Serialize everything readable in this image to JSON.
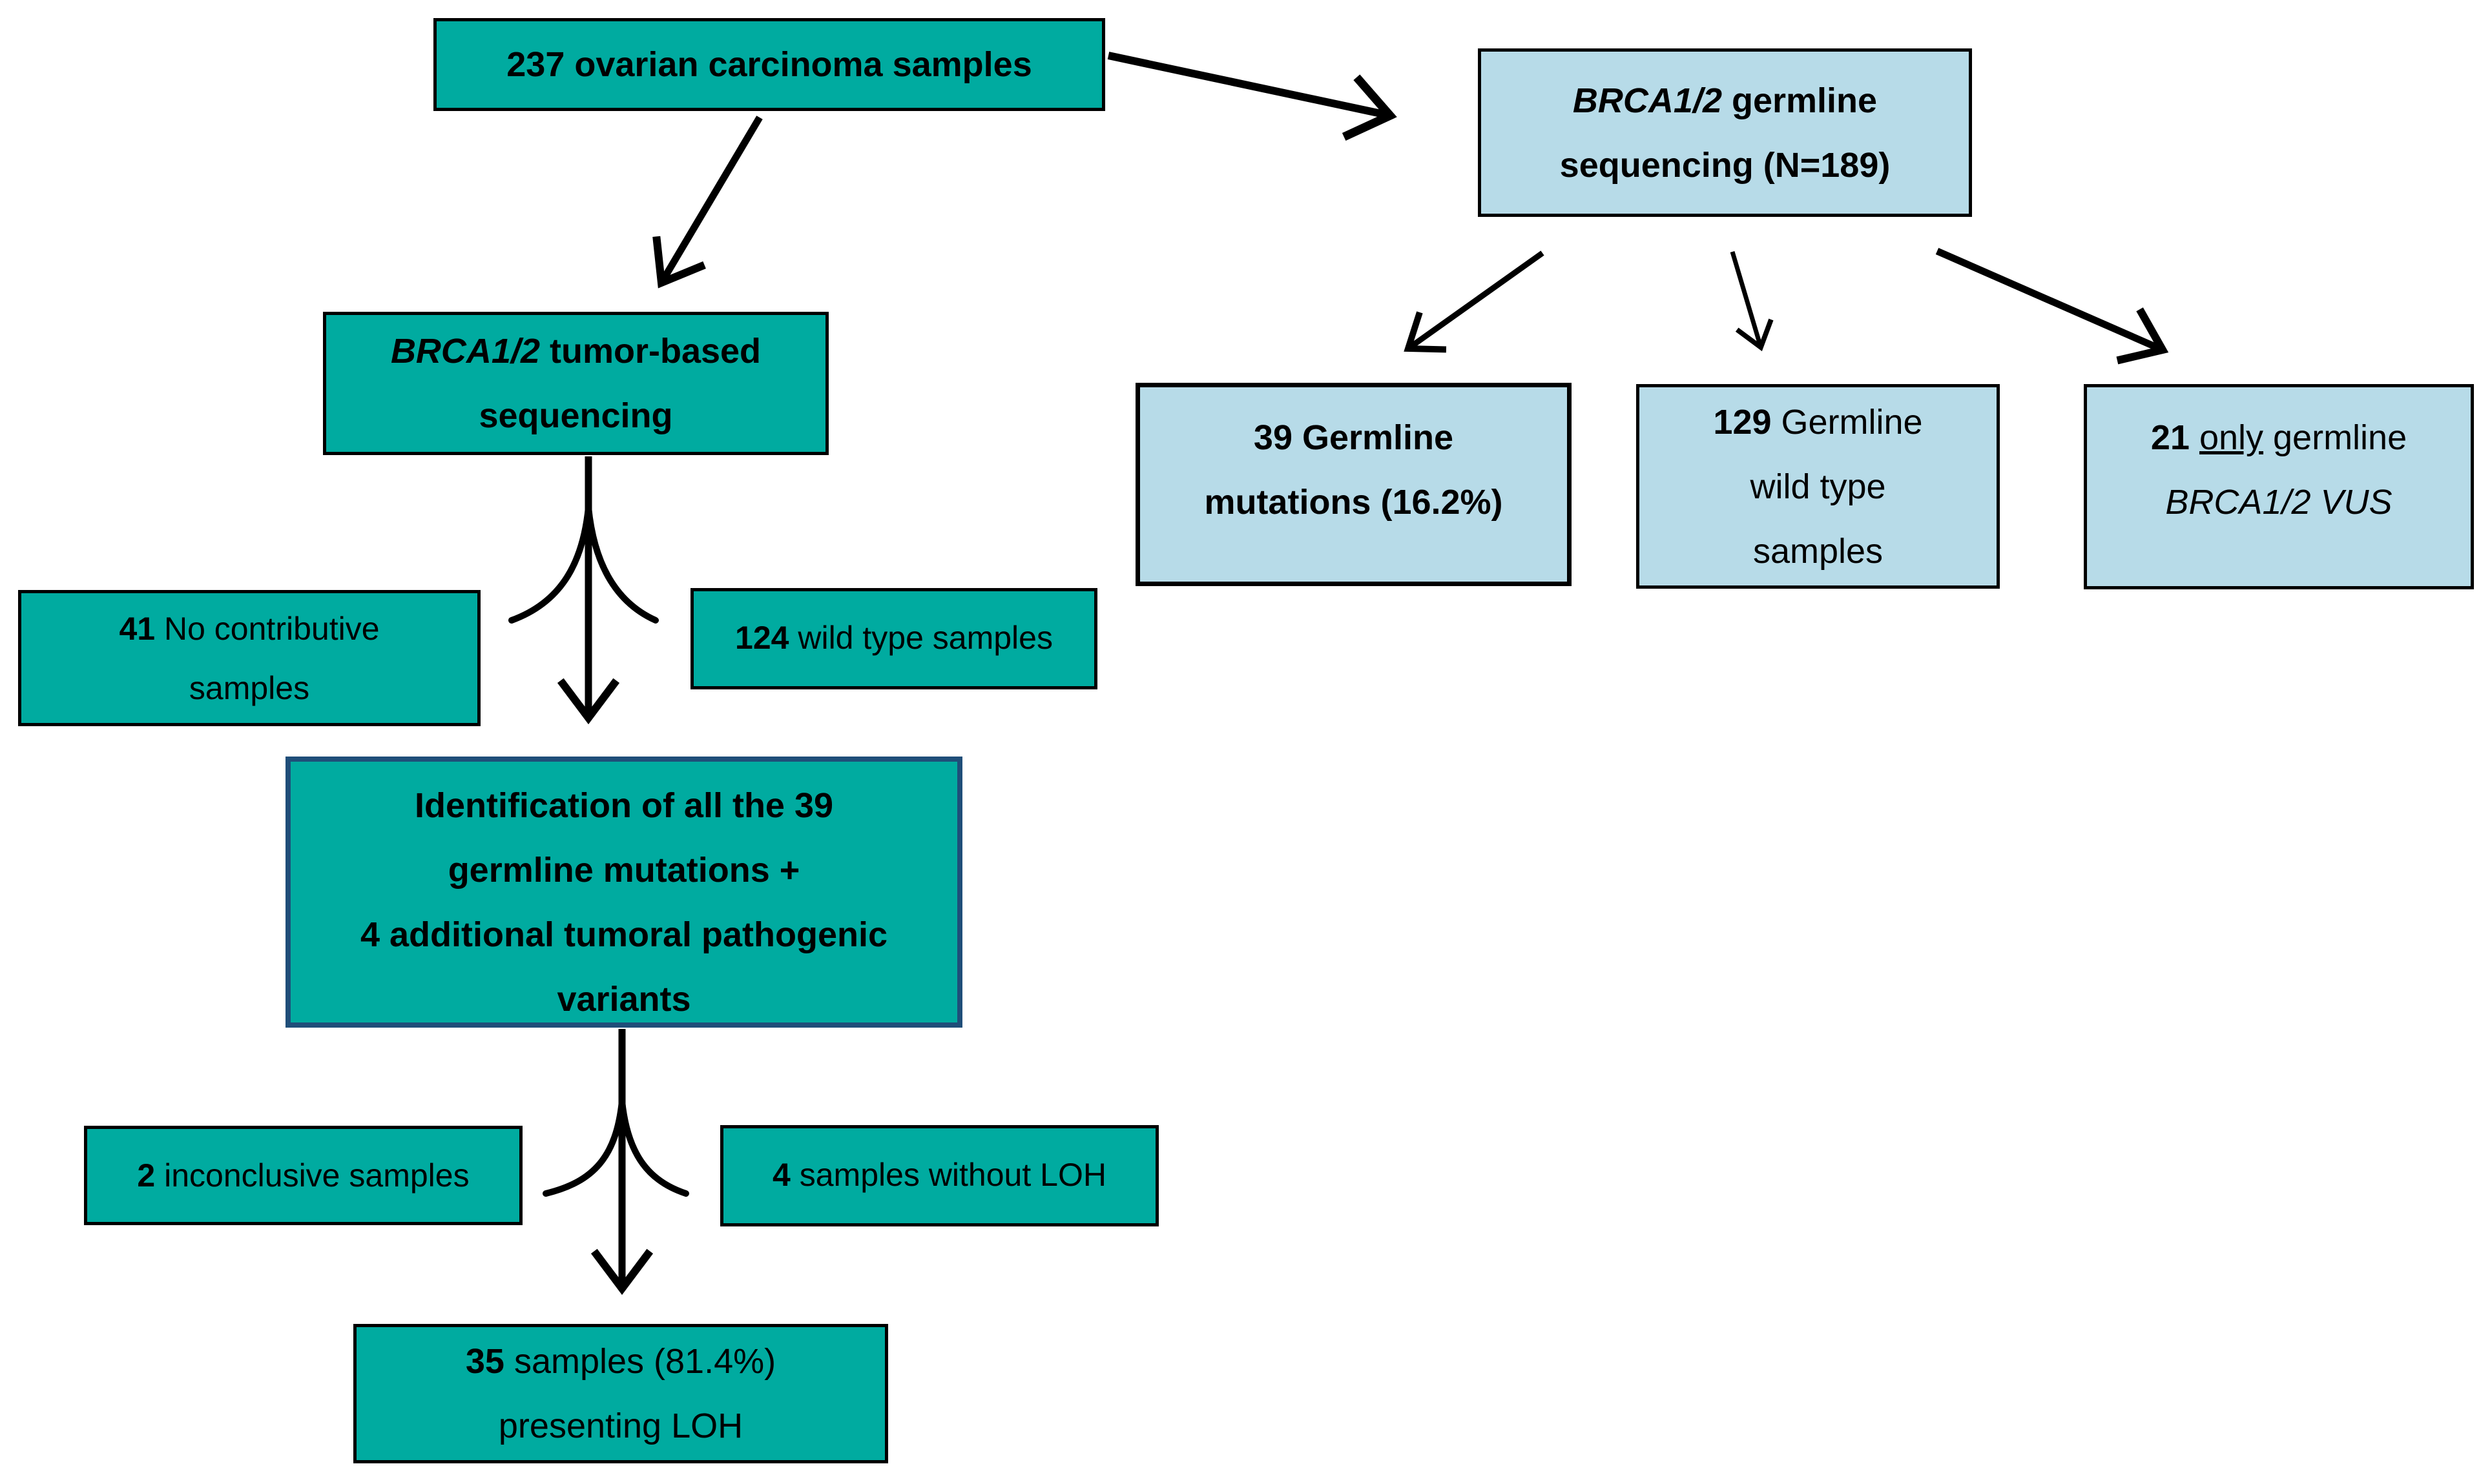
{
  "page": {
    "background": "#FFFFFF",
    "description": "BRCA1/2 ovarian carcinoma samples sequencing flow diagram"
  },
  "colors": {
    "teal_fill": "#00ABA0",
    "light_blue_fill": "#B7DBE8",
    "navy_border": "#1F4E79",
    "arrow_black": "#000000"
  },
  "boxes": {
    "b237": {
      "lines": [
        {
          "runs": [
            {
              "t": "237 ovarian carcinoma samples"
            }
          ]
        }
      ]
    },
    "germline_seq": {
      "lines": [
        {
          "runs": [
            {
              "t": "BRCA1/2"
            },
            {
              "t": " germline"
            }
          ]
        },
        {
          "runs": [
            {
              "t": "sequencing (N=189)"
            }
          ]
        }
      ]
    },
    "tumor_seq": {
      "lines": [
        {
          "runs": [
            {
              "t": "BRCA1/2"
            },
            {
              "t": " tumor-based"
            }
          ]
        },
        {
          "runs": [
            {
              "t": "sequencing"
            }
          ]
        }
      ]
    },
    "g39": {
      "lines": [
        {
          "runs": [
            {
              "t": "39 Germline"
            }
          ]
        },
        {
          "runs": [
            {
              "t": "mutations (16.2%)"
            }
          ]
        }
      ]
    },
    "g129": {
      "lines": [
        {
          "runs": [
            {
              "t": "129"
            },
            {
              "t": " Germline"
            }
          ]
        },
        {
          "runs": [
            {
              "t": "wild type"
            }
          ]
        },
        {
          "runs": [
            {
              "t": "samples"
            }
          ]
        }
      ]
    },
    "g21": {
      "lines": [
        {
          "runs": [
            {
              "t": "21 "
            },
            {
              "t": "only"
            },
            {
              "t": " germline"
            }
          ]
        },
        {
          "runs": [
            {
              "t": "BRCA1/2 VUS"
            }
          ]
        }
      ]
    },
    "n41": {
      "lines": [
        {
          "runs": [
            {
              "t": "41"
            },
            {
              "t": " No contributive"
            }
          ]
        },
        {
          "runs": [
            {
              "t": "samples"
            }
          ]
        }
      ]
    },
    "w124": {
      "lines": [
        {
          "runs": [
            {
              "t": "124"
            },
            {
              "t": " wild type samples"
            }
          ]
        }
      ]
    },
    "ident": {
      "lines": [
        {
          "runs": [
            {
              "t": "Identification of all the 39"
            }
          ]
        },
        {
          "runs": [
            {
              "t": "germline mutations +"
            }
          ]
        },
        {
          "runs": [
            {
              "t": "4 additional tumoral pathogenic"
            }
          ]
        },
        {
          "runs": [
            {
              "t": "variants"
            }
          ]
        }
      ]
    },
    "inc2": {
      "lines": [
        {
          "runs": [
            {
              "t": "2"
            },
            {
              "t": " inconclusive samples"
            }
          ]
        }
      ]
    },
    "noloh4": {
      "lines": [
        {
          "runs": [
            {
              "t": "4"
            },
            {
              "t": " samples without LOH"
            }
          ]
        }
      ]
    },
    "loh35": {
      "lines": [
        {
          "runs": [
            {
              "t": "35"
            },
            {
              "t": " samples (81.4%)"
            }
          ]
        },
        {
          "runs": [
            {
              "t": "presenting LOH"
            }
          ]
        }
      ]
    }
  }
}
